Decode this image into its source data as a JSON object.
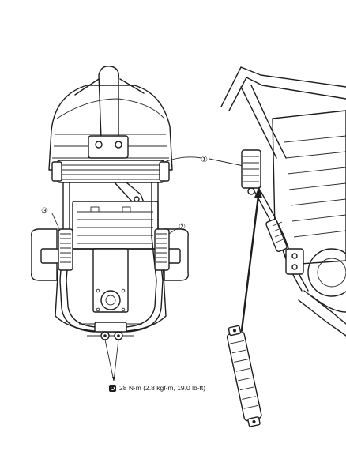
{
  "callouts": {
    "part_1": "①",
    "part_2": "②",
    "part_3": "③"
  },
  "torque": {
    "icon": "torque-wrench-icon",
    "value": "28 N·m (2.8 kgf-m, 19.0 lb-ft)"
  },
  "colors": {
    "ink": "#1d1d1d",
    "paper": "#ffffff"
  }
}
